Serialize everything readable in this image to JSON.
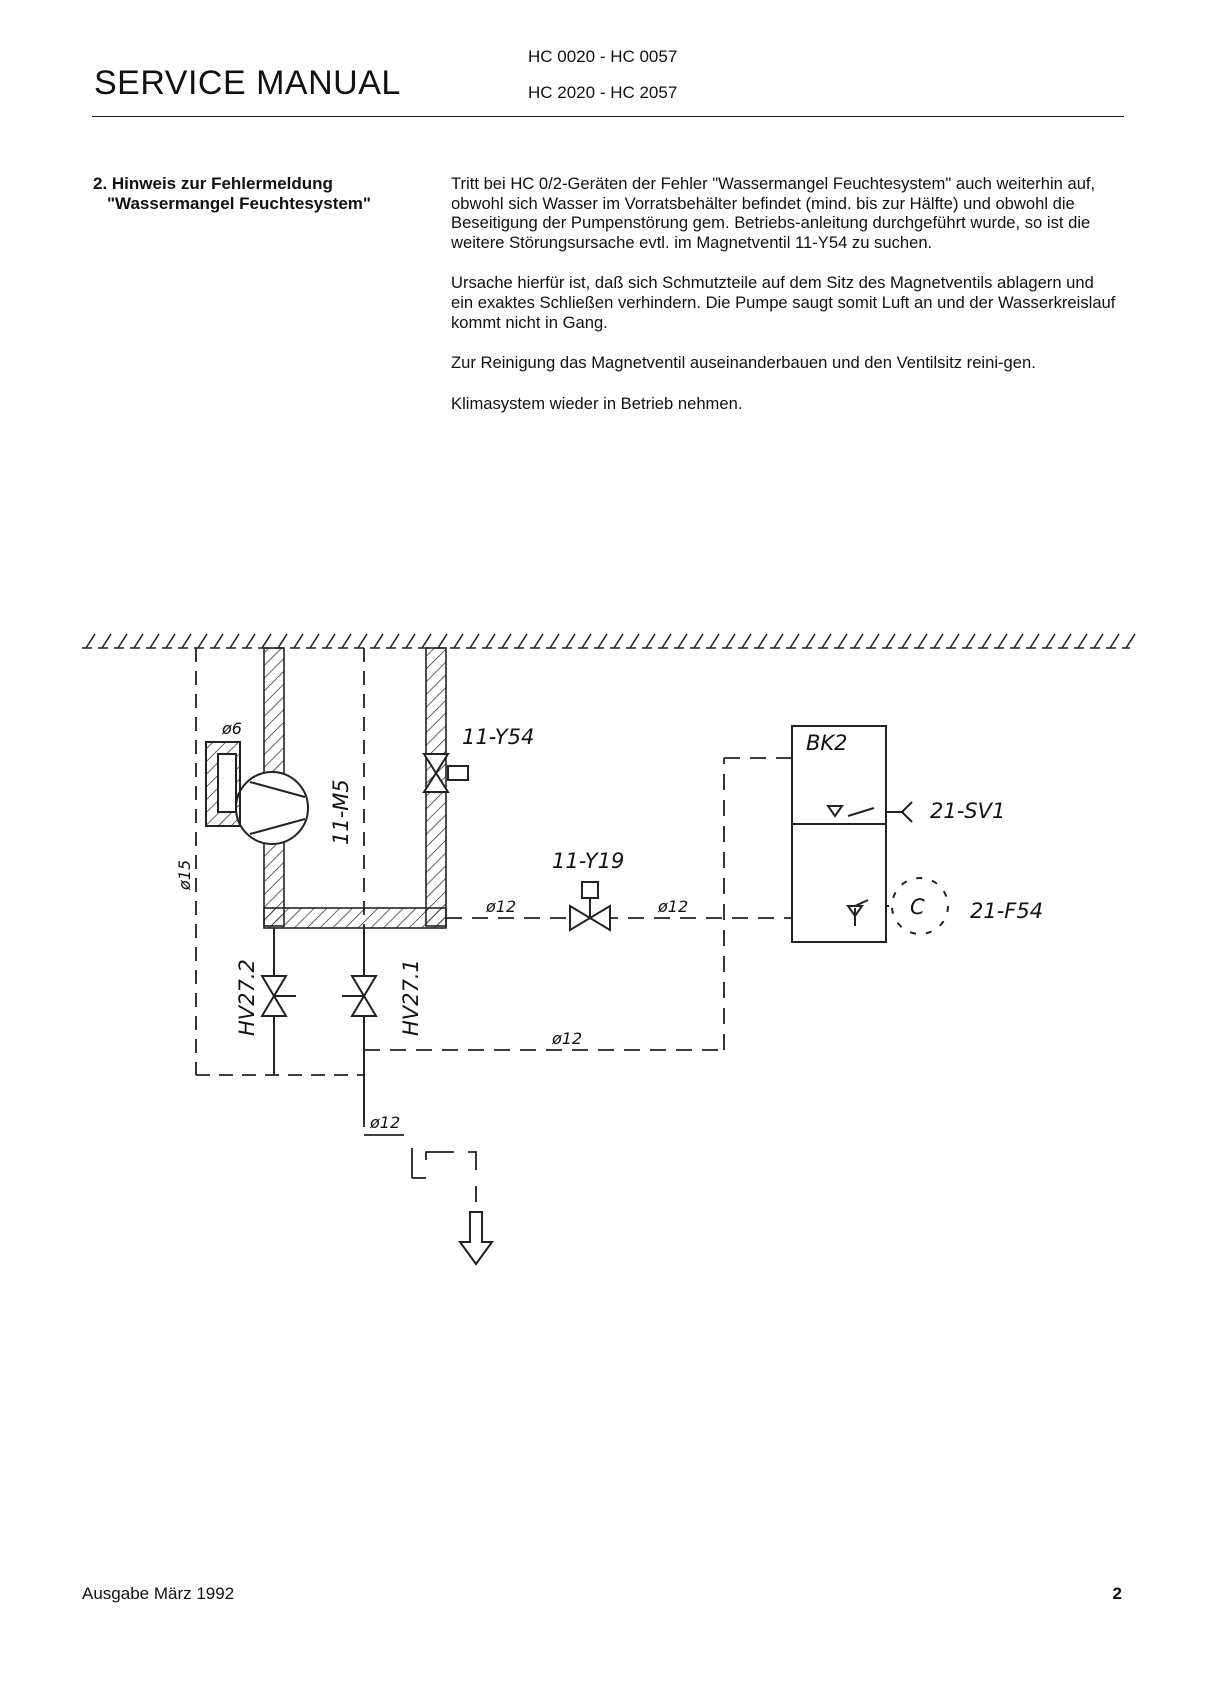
{
  "header": {
    "title": "SERVICE MANUAL",
    "model_line_1": "HC 0020 - HC 0057",
    "model_line_2": "HC 2020 - HC 2057"
  },
  "section": {
    "heading_line_1": "2. Hinweis zur Fehlermeldung",
    "heading_line_2": "\"Wassermangel Feuchtesystem\"",
    "paragraphs": [
      "Tritt bei HC 0/2-Geräten der Fehler \"Wassermangel Feuchtesystem\" auch weiterhin auf, obwohl sich Wasser im Vorratsbehälter befindet (mind. bis zur Hälfte) und obwohl die Beseitigung der Pumpenstörung gem. Betriebs-anleitung durchgeführt wurde, so ist die weitere Störungsursache evtl. im Magnetventil 11-Y54 zu suchen.",
      "Ursache hierfür ist, daß sich Schmutzteile auf dem Sitz des Magnetventils ablagern und ein exaktes Schließen verhindern. Die Pumpe saugt somit Luft an und der Wasserkreislauf kommt nicht in Gang.",
      "Zur Reinigung das Magnetventil auseinanderbauen und den Ventilsitz reini-gen.",
      "Klimasystem wieder in Betrieb nehmen."
    ]
  },
  "diagram": {
    "labels": {
      "pump": "11-M5",
      "valve_top": "11-Y54",
      "valve_mid": "11-Y19",
      "tank": "BK2",
      "sensor": "21-SV1",
      "float_switch": "21-F54",
      "c_symbol": "C",
      "valve_hv2": "HV27.2",
      "valve_hv1": "HV27.1",
      "pipe_6": "ø6",
      "pipe_15": "ø15",
      "pipe_12_a": "ø12",
      "pipe_12_b": "ø12",
      "pipe_12_c": "ø12",
      "pipe_12_d": "ø12"
    }
  },
  "footer": {
    "edition": "Ausgabe März 1992",
    "page_number": "2"
  }
}
